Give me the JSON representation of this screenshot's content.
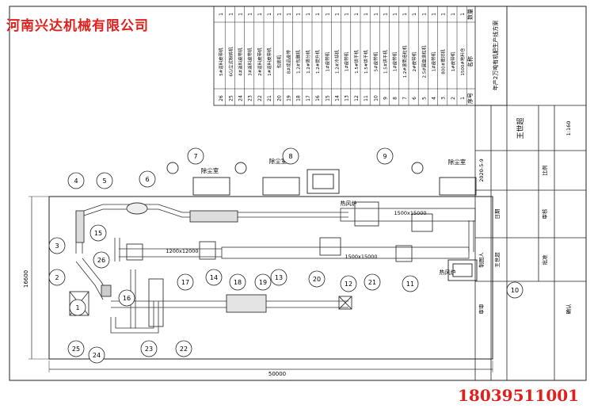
{
  "company": "河南兴达机械有限公司",
  "phone": "18039511001",
  "drawing": {
    "dimensions": {
      "total_length": "50000",
      "total_width": "16600",
      "dryer_top": "1500x15000",
      "dryer_mid": "1500x15000",
      "cooler": "1200x12000"
    },
    "labels": {
      "dust_room_1": "除尘室",
      "dust_room_2": "除尘室",
      "dust_room_3": "除尘室",
      "hot_stove_1": "热风炉",
      "hot_stove_2": "热风炉"
    },
    "callouts": [
      "1",
      "2",
      "3",
      "4",
      "5",
      "6",
      "7",
      "8",
      "9",
      "10",
      "11",
      "12",
      "13",
      "14",
      "15",
      "16",
      "17",
      "18",
      "19",
      "20",
      "21",
      "22",
      "23",
      "24",
      "25",
      "26"
    ]
  },
  "parts_table": {
    "header_seq": "序号",
    "header_name": "名称",
    "header_qty": "数量",
    "rows": [
      {
        "no": "26",
        "name": "5#返料皮带机",
        "qty": "1"
      },
      {
        "no": "25",
        "name": "6G/立式粉碎机",
        "qty": "1"
      },
      {
        "no": "24",
        "name": "4#返料皮带机",
        "qty": "1"
      },
      {
        "no": "23",
        "name": "3#返料皮带机",
        "qty": "1"
      },
      {
        "no": "22",
        "name": "2#返料皮带机",
        "qty": "1"
      },
      {
        "no": "21",
        "name": "1#返料皮带机",
        "qty": "1"
      },
      {
        "no": "20",
        "name": "包装机",
        "qty": "1"
      },
      {
        "no": "19",
        "name": "8#成品皮带",
        "qty": "1"
      },
      {
        "no": "18",
        "name": "1.2#包膜机",
        "qty": "1"
      },
      {
        "no": "17",
        "name": "1.2#筛分机",
        "qty": "1"
      },
      {
        "no": "16",
        "name": "1.2#提升机",
        "qty": "1"
      },
      {
        "no": "15",
        "name": "1#皮带机",
        "qty": "1"
      },
      {
        "no": "14",
        "name": "1.2#冷却机",
        "qty": "1"
      },
      {
        "no": "13",
        "name": "1#皮带机",
        "qty": "1"
      },
      {
        "no": "12",
        "name": "1.5#烘干机",
        "qty": "1"
      },
      {
        "no": "11",
        "name": "1.5#烘干机",
        "qty": "1"
      },
      {
        "no": "10",
        "name": "5#皮带机",
        "qty": "1"
      },
      {
        "no": "9",
        "name": "1.5#烘干机",
        "qty": "1"
      },
      {
        "no": "8",
        "name": "1#皮带机",
        "qty": "1"
      },
      {
        "no": "7",
        "name": "1.2#滚筒造粒机",
        "qty": "1"
      },
      {
        "no": "6",
        "name": "2#皮带机",
        "qty": "1"
      },
      {
        "no": "5",
        "name": "2.5#圆盘造粒机",
        "qty": "1"
      },
      {
        "no": "4",
        "name": "1#皮带机",
        "qty": "1"
      },
      {
        "no": "3",
        "name": "800#搅拌机",
        "qty": "1"
      },
      {
        "no": "2",
        "name": "1#皮带机",
        "qty": "1"
      },
      {
        "no": "1",
        "name": "1500#地料仓",
        "qty": "1"
      }
    ]
  },
  "title_block": {
    "project": "年产2万吨有机肥生产线方案",
    "designer_name": "王世超",
    "date_value": "2020-5-9",
    "scale_value": "1:160",
    "ratio_label": "比例",
    "date_label": "日期",
    "made_by": "制图人",
    "designer": "王世超",
    "review": "审审",
    "approve": "批准",
    "check": "审核",
    "audit": "确认"
  }
}
